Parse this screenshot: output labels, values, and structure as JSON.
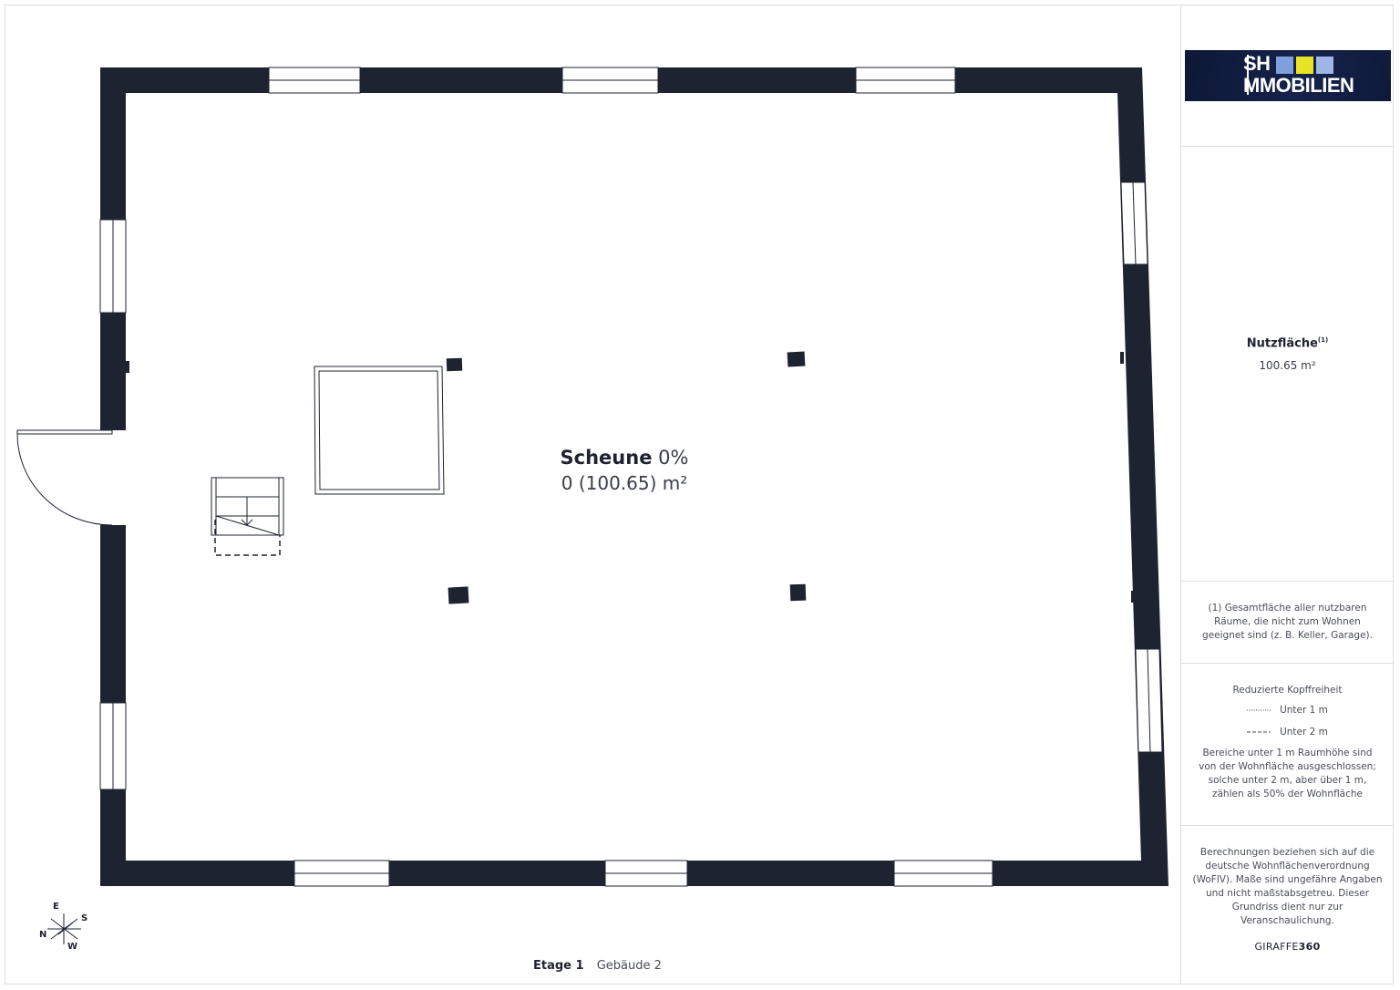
{
  "sidebar": {
    "logo": {
      "line1": "SH",
      "line2": "MMOBILIEN",
      "colors": [
        "#7fa0dd",
        "#e9e325",
        "#9eb6e6"
      ]
    },
    "nutzflaeche": {
      "label": "Nutzfläche",
      "footnote_mark": "(1)",
      "value": "100.65 m²"
    },
    "footnote": {
      "line1": "(1) Gesamtfläche aller nutzbaren",
      "line2": "Räume, die nicht zum Wohnen",
      "line3": "geeignet sind (z. B. Keller, Garage)."
    },
    "headroom": {
      "title": "Reduzierte Kopffreiheit",
      "under1": "Unter 1 m",
      "under2": "Unter 2 m",
      "note": [
        "Bereiche unter 1 m Raumhöhe sind",
        "von der Wohnfläche ausgeschlossen;",
        "solche unter 2 m, aber über 1 m,",
        "zählen als 50% der Wohnfläche"
      ]
    },
    "disclaimer": [
      "Berechnungen beziehen sich auf die",
      "deutsche Wohnflächenverordnung",
      "(WoFlV). Maße sind ungefähre Angaben",
      "und nicht maßstabsgetreu. Dieser",
      "Grundriss dient nur zur",
      "Veranschaulichung."
    ],
    "brand": {
      "prefix": "GIRAFFE",
      "suffix": "360"
    }
  },
  "room": {
    "name": "Scheune",
    "percent": "0%",
    "area": "0 (100.65) m²"
  },
  "footer": {
    "floor": "Etage 1",
    "building": "Gebäude 2"
  },
  "compass": {
    "n": "N",
    "e": "E",
    "s": "S",
    "w": "W"
  },
  "colors": {
    "wall": "#1e2332",
    "frame": "#dcdde2"
  }
}
